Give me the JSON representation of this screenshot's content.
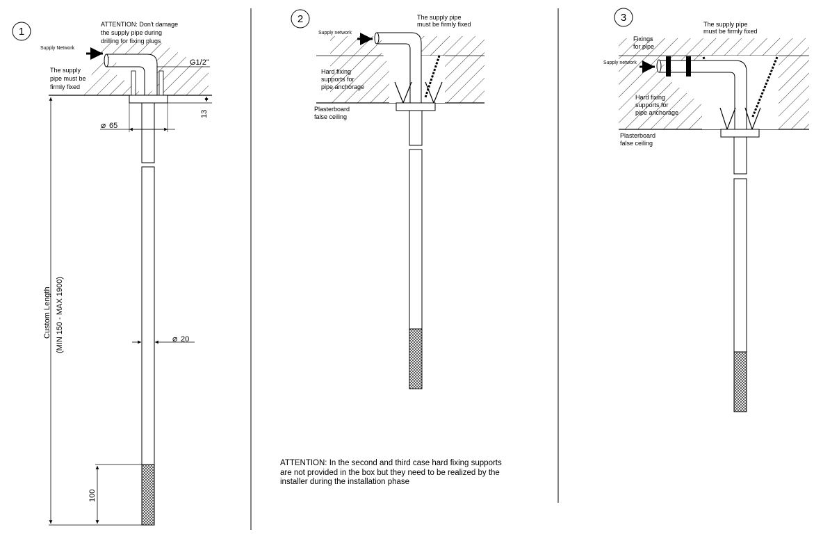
{
  "panel1": {
    "number": "1",
    "attention": [
      "ATTENTION: Don't damage",
      "the supply pipe during",
      "drilling for fixing plugs"
    ],
    "supply_network": "Supply Network",
    "firmly_fixed": [
      "The supply",
      "pipe must be",
      "firmly fixed"
    ],
    "thread": "G1/2\"",
    "dim_13": "13",
    "dim_65": "65",
    "dim_20": "20",
    "dim_100": "100",
    "custom_length": "Custom Length",
    "custom_range": "(MIN 150 - MAX 1900)"
  },
  "panel2": {
    "number": "2",
    "supply_network": "Supply network",
    "firmly_fixed": [
      "The supply pipe",
      "must be firmly fixed"
    ],
    "hard_fixing": [
      "Hard fixing",
      "supports for",
      "pipe anchorage"
    ],
    "plasterboard": [
      "Plasterboard",
      "false ceiling"
    ]
  },
  "panel3": {
    "number": "3",
    "firmly_fixed": [
      "The supply pipe",
      "must be firmly fixed"
    ],
    "fixings": [
      "Fixings",
      "for pipe"
    ],
    "supply_network": "Supply network",
    "hard_fixing": [
      "Hard fixing",
      "supports for",
      "pipe anchorage"
    ],
    "plasterboard": [
      "Plasterboard",
      "false ceiling"
    ]
  },
  "footer_note": [
    "ATTENTION: In the second and third case hard fixing supports",
    "are not provided in the box but they need to be realized by the",
    "installer during the installation phase"
  ]
}
